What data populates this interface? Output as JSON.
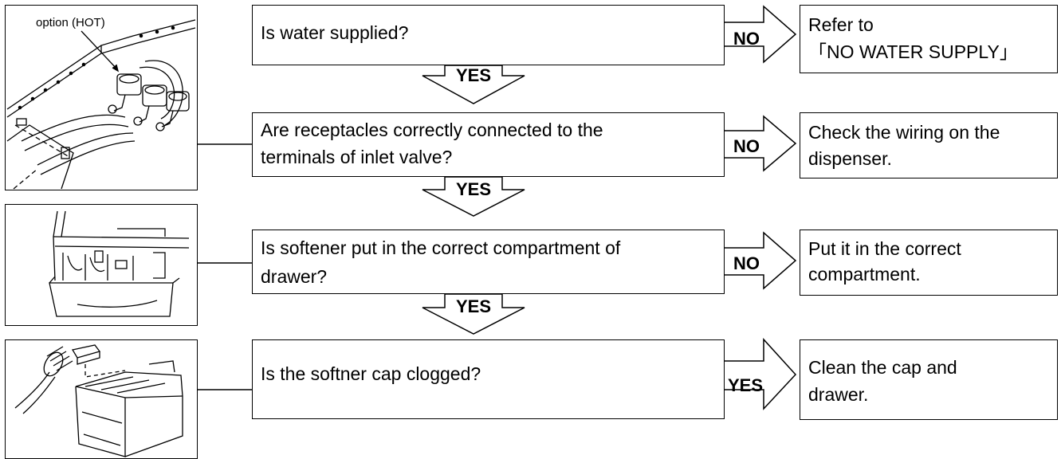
{
  "illustration": {
    "caption": "option (HOT)"
  },
  "steps": [
    {
      "question": "Is water supplied?",
      "branch": "NO",
      "result_lines": [
        "Refer to",
        "「NO WATER SUPPLY」"
      ],
      "next": "YES"
    },
    {
      "question_lines": [
        "Are receptacles correctly connected to the",
        "terminals of inlet valve?"
      ],
      "branch": "NO",
      "result_lines": [
        "Check the wiring on the",
        "dispenser."
      ],
      "next": "YES"
    },
    {
      "question_lines": [
        "Is softener put in the correct compartment of",
        "drawer?"
      ],
      "branch": "NO",
      "result_lines": [
        "Put it in the correct",
        "compartment."
      ],
      "next": "YES"
    },
    {
      "question": "Is the softner cap clogged?",
      "branch": "YES",
      "result_lines": [
        "Clean the cap and",
        "drawer."
      ]
    }
  ]
}
